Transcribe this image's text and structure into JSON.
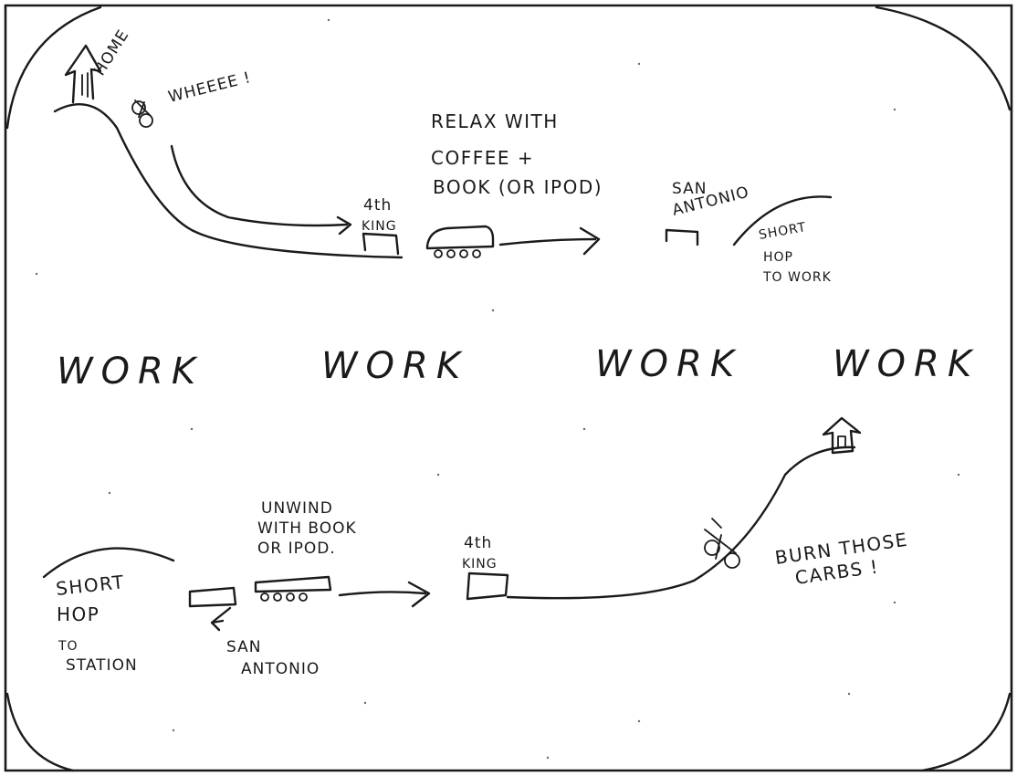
{
  "morning": {
    "home": "HOME",
    "wheeee": "WHEEEE !",
    "relax_line1": "RELAX WITH",
    "relax_line2": "COFFEE +",
    "relax_line3": "BOOK (OR IPOD)",
    "stop_name_line1": "4th",
    "stop_name_line2": "KING",
    "san_antonio_line1": "SAN",
    "san_antonio_line2": "ANTONIO",
    "short_hop_line1": "SHORT",
    "short_hop_line2": "HOP",
    "short_hop_line3": "TO WORK"
  },
  "middle": {
    "work_1": "WORK",
    "work_2": "WORK",
    "work_3": "WORK",
    "work_4": "WORK"
  },
  "evening": {
    "short_hop_line1": "SHORT",
    "short_hop_line2": "HOP",
    "short_hop_line3": "TO",
    "short_hop_line4": "STATION",
    "san_antonio_line1": "SAN",
    "san_antonio_line2": "ANTONIO",
    "unwind_line1": "UNWIND",
    "unwind_line2": "WITH BOOK",
    "unwind_line3": "OR IPOD.",
    "stop_name_line1": "4th",
    "stop_name_line2": "KING",
    "burn_line1": "BURN THOSE",
    "burn_line2": "CARBS !"
  }
}
